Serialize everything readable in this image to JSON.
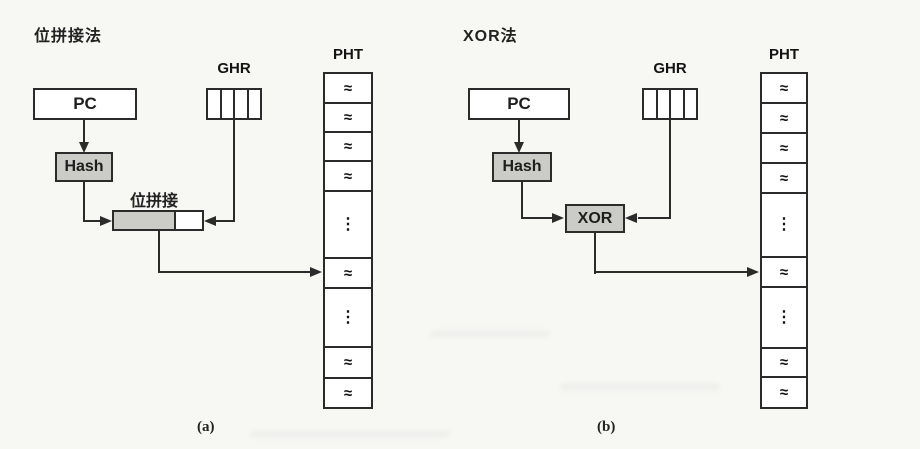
{
  "figure": {
    "background_color": "#f7f7f4",
    "line_color": "#2b2b2b",
    "shaded_box_color": "#cbcbc7",
    "panels": [
      {
        "title": "位拼接法",
        "caption": "(a)",
        "pc_label": "PC",
        "ghr_label": "GHR",
        "pht_label": "PHT",
        "hash_label": "Hash",
        "combiner_label": "位拼接",
        "pht_cells": [
          "≈",
          "≈",
          "≈",
          "≈",
          "⋮",
          "≈",
          "⋮",
          "≈",
          "≈"
        ]
      },
      {
        "title": "XOR法",
        "caption": "(b)",
        "pc_label": "PC",
        "ghr_label": "GHR",
        "pht_label": "PHT",
        "hash_label": "Hash",
        "combiner_label": "XOR",
        "pht_cells": [
          "≈",
          "≈",
          "≈",
          "≈",
          "⋮",
          "≈",
          "⋮",
          "≈",
          "≈"
        ]
      }
    ]
  }
}
